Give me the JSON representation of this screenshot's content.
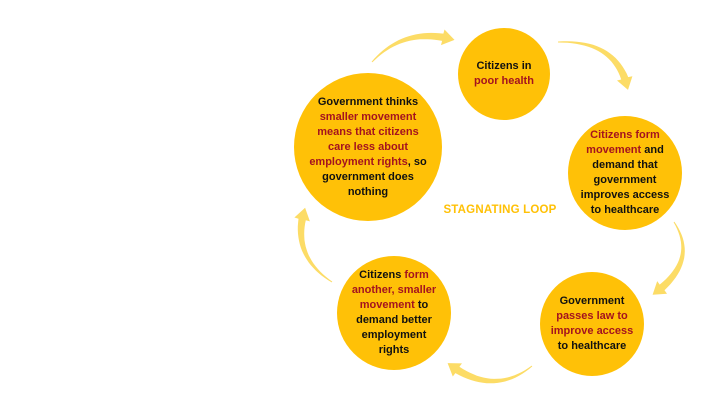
{
  "colors": {
    "node_fill": "#ffc107",
    "arrow_fill": "#fcdc66",
    "text": "#111111",
    "highlight": "#a4131f",
    "label": "#ffc107"
  },
  "center_label": "STAGNATING LOOP",
  "nodes": [
    {
      "id": "citizens-poor-health",
      "parts": [
        {
          "text": "Citizens in ",
          "hl": false
        },
        {
          "text": "poor health",
          "hl": true
        }
      ]
    },
    {
      "id": "citizens-form-movement",
      "parts": [
        {
          "text": "Citizens form movement",
          "hl": true
        },
        {
          "text": " and demand that government improves access to healthcare",
          "hl": false
        }
      ]
    },
    {
      "id": "government-passes-law",
      "parts": [
        {
          "text": "Government ",
          "hl": false
        },
        {
          "text": "passes law to improve access",
          "hl": true
        },
        {
          "text": " to healthcare",
          "hl": false
        }
      ]
    },
    {
      "id": "citizens-form-smaller-movement",
      "parts": [
        {
          "text": "Citizens ",
          "hl": false
        },
        {
          "text": "form another, smaller movement",
          "hl": true
        },
        {
          "text": " to demand better employment rights",
          "hl": false
        }
      ]
    },
    {
      "id": "government-does-nothing",
      "parts": [
        {
          "text": "Government thinks ",
          "hl": false
        },
        {
          "text": "smaller movement means that citizens care less about employment rights",
          "hl": true
        },
        {
          "text": ", so government does nothing",
          "hl": false
        }
      ]
    }
  ]
}
